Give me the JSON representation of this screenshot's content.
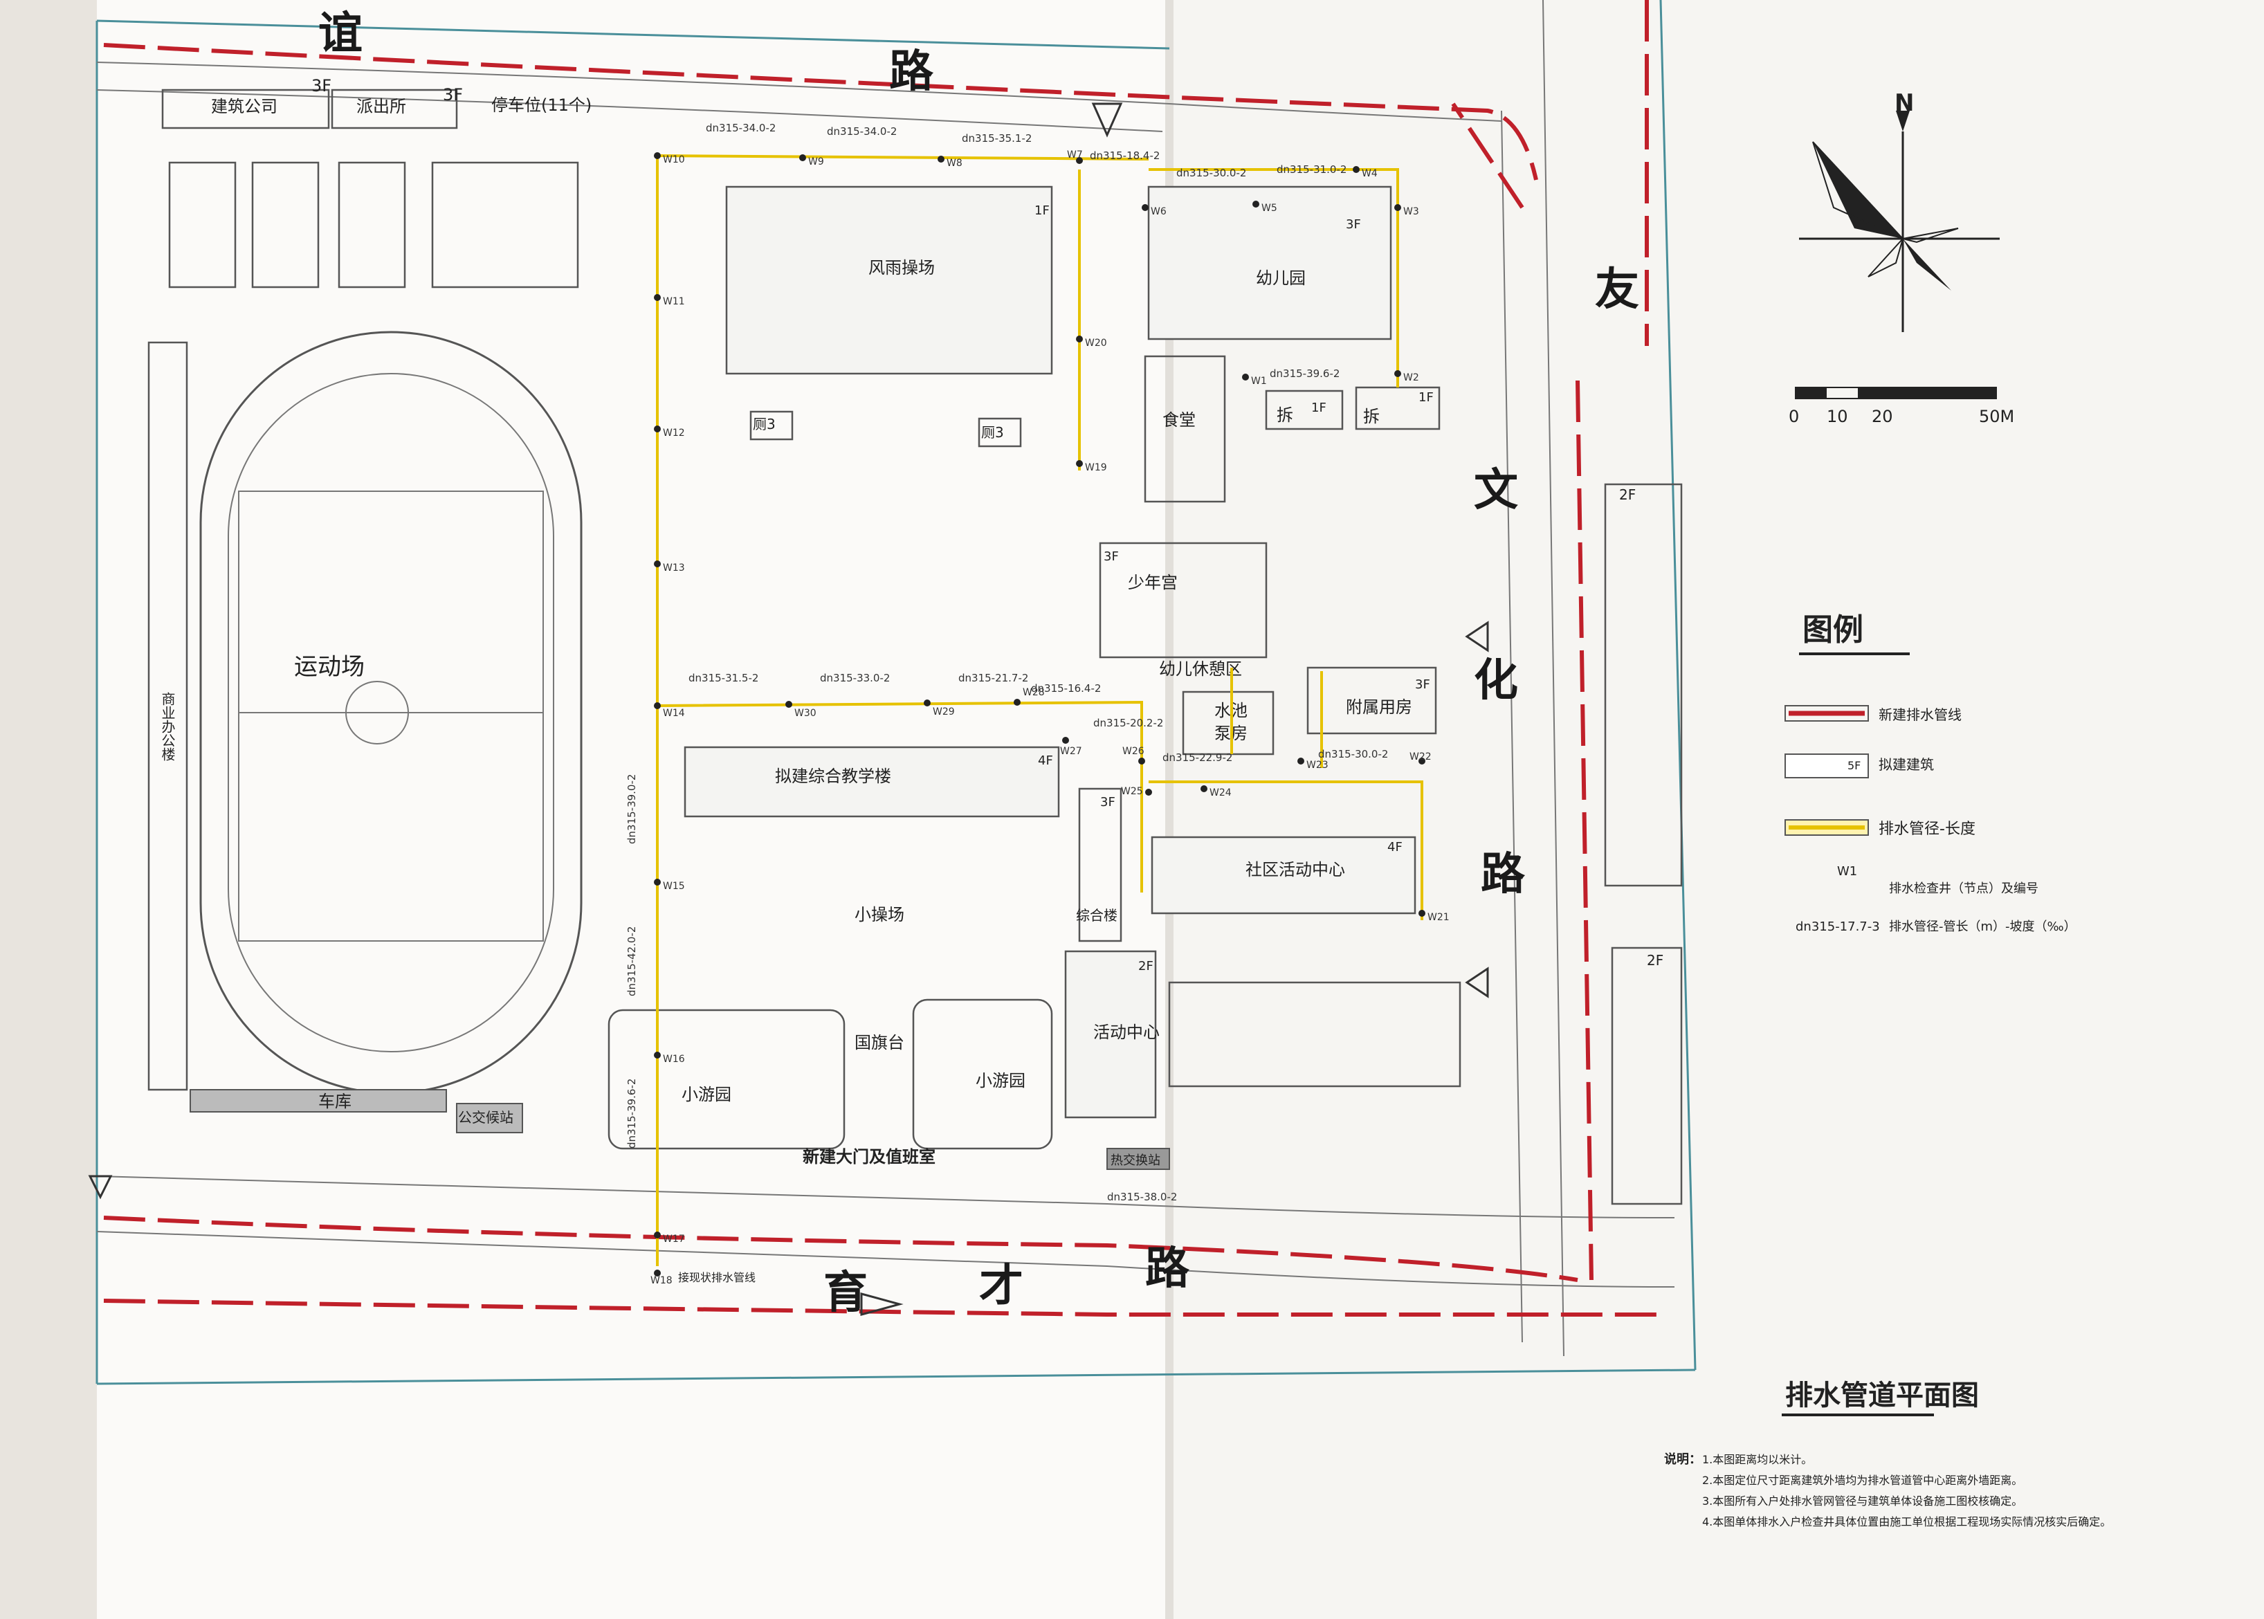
{
  "roads": {
    "top_1": "谊",
    "top_2": "路",
    "right_1": "友",
    "right_2": "文",
    "right_3": "化",
    "right_4": "路",
    "bottom_1": "育",
    "bottom_2": "才",
    "bottom_3": "路"
  },
  "buildings": {
    "construction_co": "建筑公司",
    "construction_floors": "3F",
    "police": "派出所",
    "police_floors": "3F",
    "parking": "停车位(11个)",
    "rain_gym": "风雨操场",
    "rain_gym_floors": "1F",
    "kindergarten": "幼儿园",
    "kindergarten_floors": "3F",
    "canteen": "食堂",
    "demolish_1": "拆",
    "demolish_1_floors": "1F",
    "demolish_2": "拆",
    "demolish_2_floors": "1F",
    "youth_palace": "少年宫",
    "youth_palace_floors": "3F",
    "kid_rest": "幼儿休憩区",
    "pool": "水池",
    "pump": "泵房",
    "annex": "附属用房",
    "annex_floors": "3F",
    "teaching": "拟建综合教学楼",
    "teaching_floors": "4F",
    "community": "社区活动中心",
    "community_floors": "4F",
    "complex": "综合楼",
    "complex_floors": "3F",
    "activity": "活动中心",
    "activity_floors": "2F",
    "sports_field": "运动场",
    "small_field": "小操场",
    "flag": "国旗台",
    "garden_1": "小游园",
    "garden_2": "小游园",
    "gate": "新建大门及值班室",
    "garage": "车库",
    "bus": "公交候站",
    "heat": "热交换站",
    "wc_1": "厕3",
    "wc_2": "厕3",
    "right_bld_1": "2F",
    "right_bld_2": "2F",
    "left_strip": "商业办公楼"
  },
  "pipes": [
    "dn315-34.0-2",
    "dn315-34.0-2",
    "dn315-35.1-2",
    "dn315-18.4-2",
    "dn315-30.0-2",
    "dn315-31.0-2",
    "dn315-39.6-2",
    "dn315-31.5-2",
    "dn315-33.0-2",
    "dn315-21.7-2",
    "dn315-16.4-2",
    "dn315-20.2-2",
    "dn315-22.9-2",
    "dn315-30.0-2",
    "dn315-39.0-2",
    "dn315-42.0-2",
    "dn315-39.6-2",
    "dn315-38.0-2"
  ],
  "nodes": [
    "W10",
    "W9",
    "W8",
    "W7",
    "W6",
    "W5",
    "W4",
    "W3",
    "W2",
    "W1",
    "W11",
    "W12",
    "W13",
    "W14",
    "W30",
    "W29",
    "W28",
    "W27",
    "W26",
    "W25",
    "W24",
    "W23",
    "W22",
    "W21",
    "W20",
    "W19",
    "W15",
    "W16",
    "W17",
    "W18"
  ],
  "existing_pipe_note": "接现状排水管线",
  "compass": {
    "north": "N"
  },
  "scale": {
    "labels": [
      "0",
      "10",
      "20",
      "50M"
    ]
  },
  "legend": {
    "title": "图例",
    "items": [
      {
        "text": "新建排水管线",
        "swatch": "red"
      },
      {
        "text": "拟建建筑",
        "swatch": "box",
        "swatch_text": "5F"
      },
      {
        "text": "排水管径-长度",
        "swatch": "yellow"
      },
      {
        "text": "排水检查井（节点）及编号",
        "swatch": "node",
        "swatch_text": "W1"
      },
      {
        "text": "排水管径-管长（m）-坡度（‰）",
        "swatch": "code",
        "swatch_text": "dn315-17.7-3"
      }
    ]
  },
  "drawing_title": "排水管道平面图",
  "notes": {
    "head": "说明：",
    "items": [
      "1.本图距离均以米计。",
      "2.本图定位尺寸距离建筑外墙均为排水管道管中心距离外墙距离。",
      "3.本图所有入户处排水管网管径与建筑单体设备施工图校核确定。",
      "4.本图单体排水入户检查井具体位置由施工单位根据工程现场实际情况核实后确定。"
    ]
  },
  "colors": {
    "pipe_red": "#c0202a",
    "pipe_yellow": "#e6c200",
    "paper": "#fbfaf7"
  }
}
